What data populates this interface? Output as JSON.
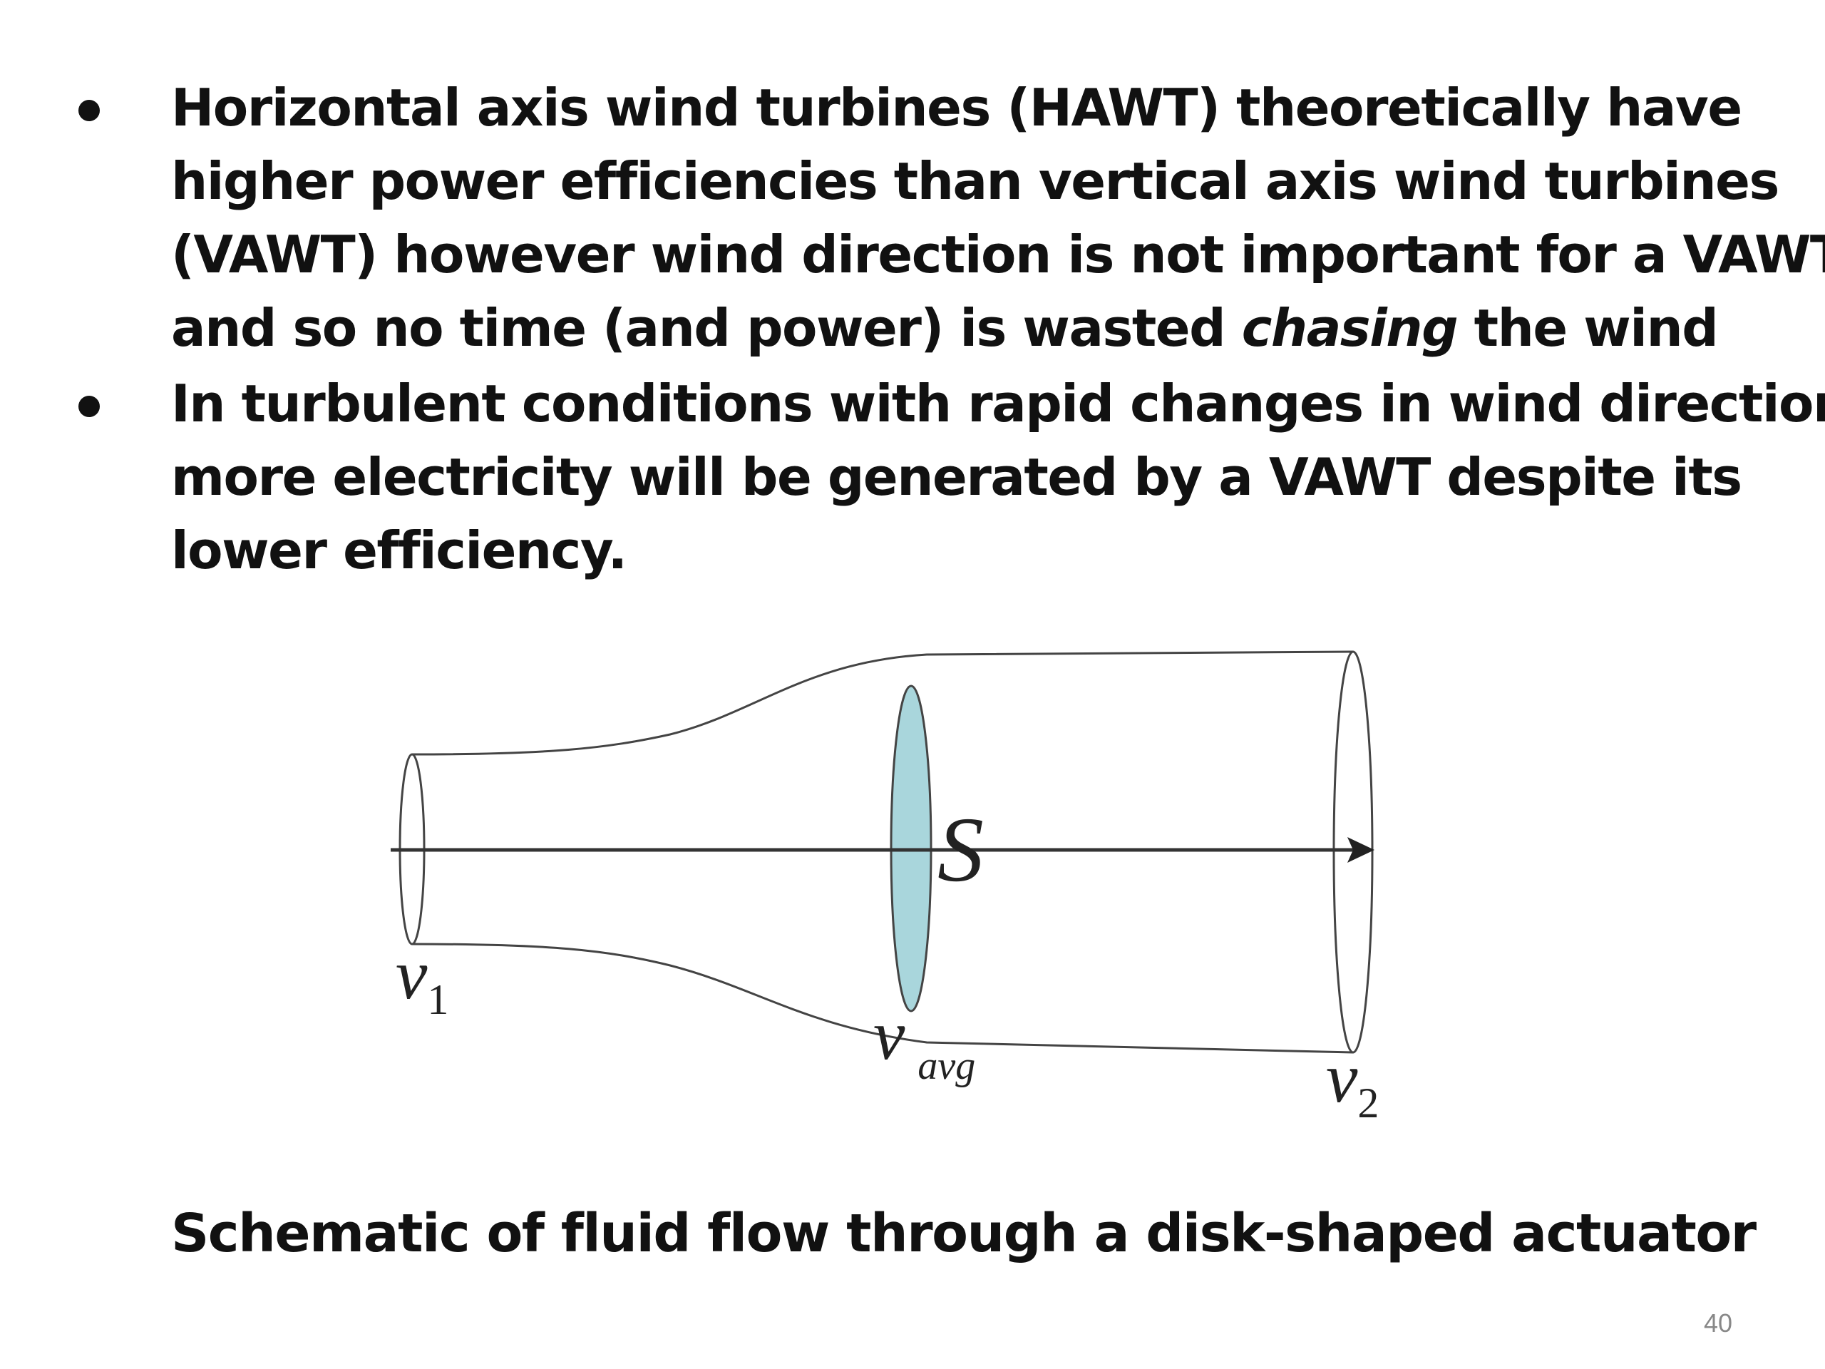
{
  "bullets": [
    {
      "lines": [
        " Horizontal axis wind turbines (HAWT) theoretically have",
        "higher power efficiencies than vertical axis wind turbines",
        "(VAWT) however wind direction is not important for a VAWT"
      ],
      "last_line": {
        "before": "and so no time (and power) is wasted ",
        "emphasis": "chasing",
        "after": " the wind"
      }
    },
    {
      "lines": [
        "In turbulent conditions with rapid changes in wind direction",
        "more electricity will be generated by a VAWT despite its",
        "lower efficiency."
      ]
    }
  ],
  "diagram": {
    "disk_label": "S",
    "inlet_label": "v",
    "inlet_subscript": "1",
    "disk_velocity_label": "v",
    "disk_velocity_subscript": "avg",
    "outlet_label": "v",
    "outlet_subscript": "2",
    "disk_color": "#a9d6dc"
  },
  "caption": "Schematic of fluid flow through a disk-shaped actuator",
  "page_number": "40"
}
